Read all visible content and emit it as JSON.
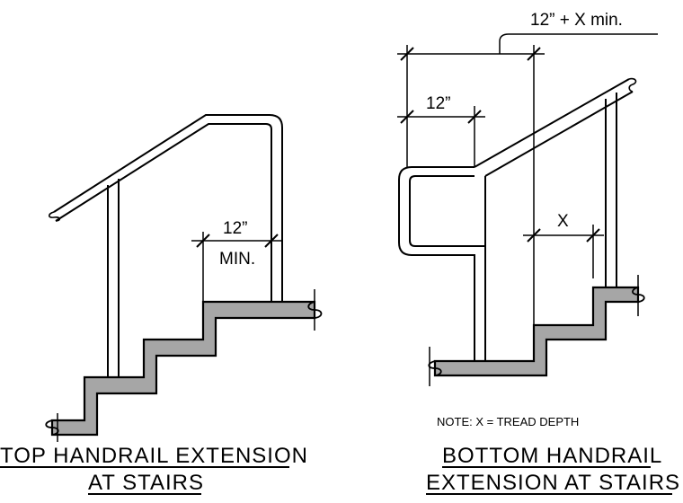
{
  "colors": {
    "line": "#000000",
    "stair_fill": "#a6a6a6",
    "background": "#ffffff"
  },
  "left_figure": {
    "dim_value": "12”",
    "dim_min": "MIN.",
    "title_line1": "TOP HANDRAIL EXTENSION",
    "title_line2": "AT STAIRS"
  },
  "right_figure": {
    "dim_overall": "12” + X min.",
    "dim_12": "12”",
    "dim_x": "X",
    "note": "NOTE:  X = TREAD DEPTH",
    "title_line1": "BOTTOM HANDRAIL",
    "title_line2": "EXTENSION AT STAIRS"
  }
}
